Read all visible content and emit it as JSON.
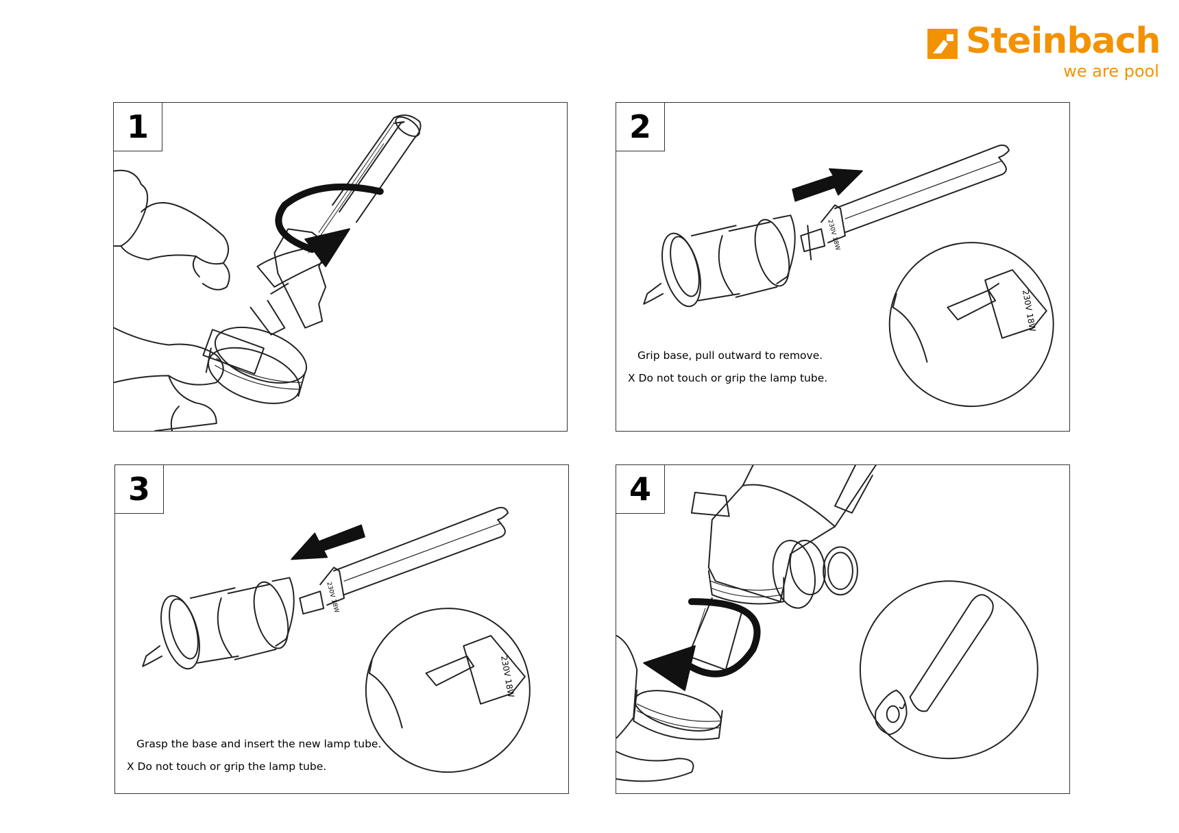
{
  "brand": {
    "name": "Steinbach",
    "tagline": "we are pool",
    "color": "#f39200"
  },
  "steps": [
    {
      "number": "1",
      "captions": []
    },
    {
      "number": "2",
      "captions": [
        "Grip base, pull outward to remove.",
        "X Do not touch or grip the lamp tube."
      ],
      "lamp_label": "230V 18W"
    },
    {
      "number": "3",
      "captions": [
        "Grasp the base and insert the new lamp tube.",
        "X Do not touch or grip the lamp tube."
      ],
      "lamp_label": "230V 18W"
    },
    {
      "number": "4",
      "captions": []
    }
  ]
}
